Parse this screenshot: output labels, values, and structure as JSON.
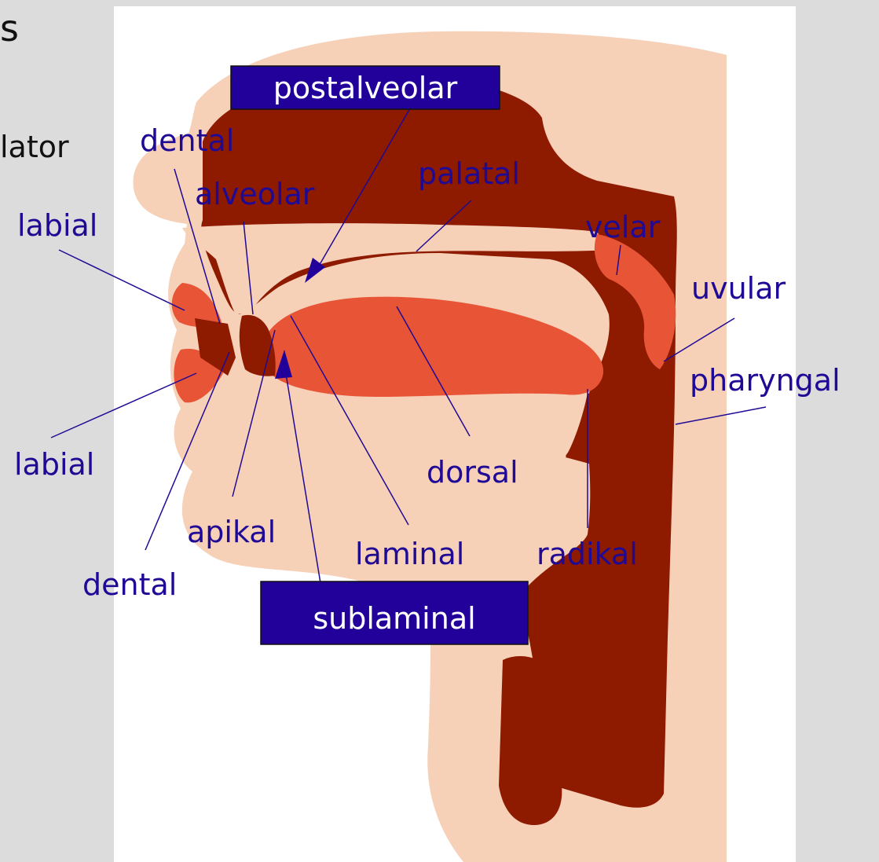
{
  "slide": {
    "title_fragment": "s",
    "side_text_fragment": "lator"
  },
  "labels": {
    "postalveolar": "postalveolar",
    "dental_top": "dental",
    "alveolar": "alveolar",
    "palatal": "palatal",
    "velar": "velar",
    "labial_top": "labial",
    "uvular": "uvular",
    "pharyngal": "pharyngal",
    "labial_bottom": "labial",
    "dorsal": "dorsal",
    "apikal": "apikal",
    "laminal": "laminal",
    "radikal": "radikal",
    "dental_bottom": "dental",
    "sublaminal": "sublaminal"
  },
  "colors": {
    "background": "#dcdcdc",
    "panel": "#ffffff",
    "skin": "#f7d0b8",
    "dark_tissue": "#8e1a00",
    "tongue": "#e85436",
    "label_text": "#1f0a96",
    "box_fill": "#22009a",
    "box_text": "#ffffff"
  }
}
